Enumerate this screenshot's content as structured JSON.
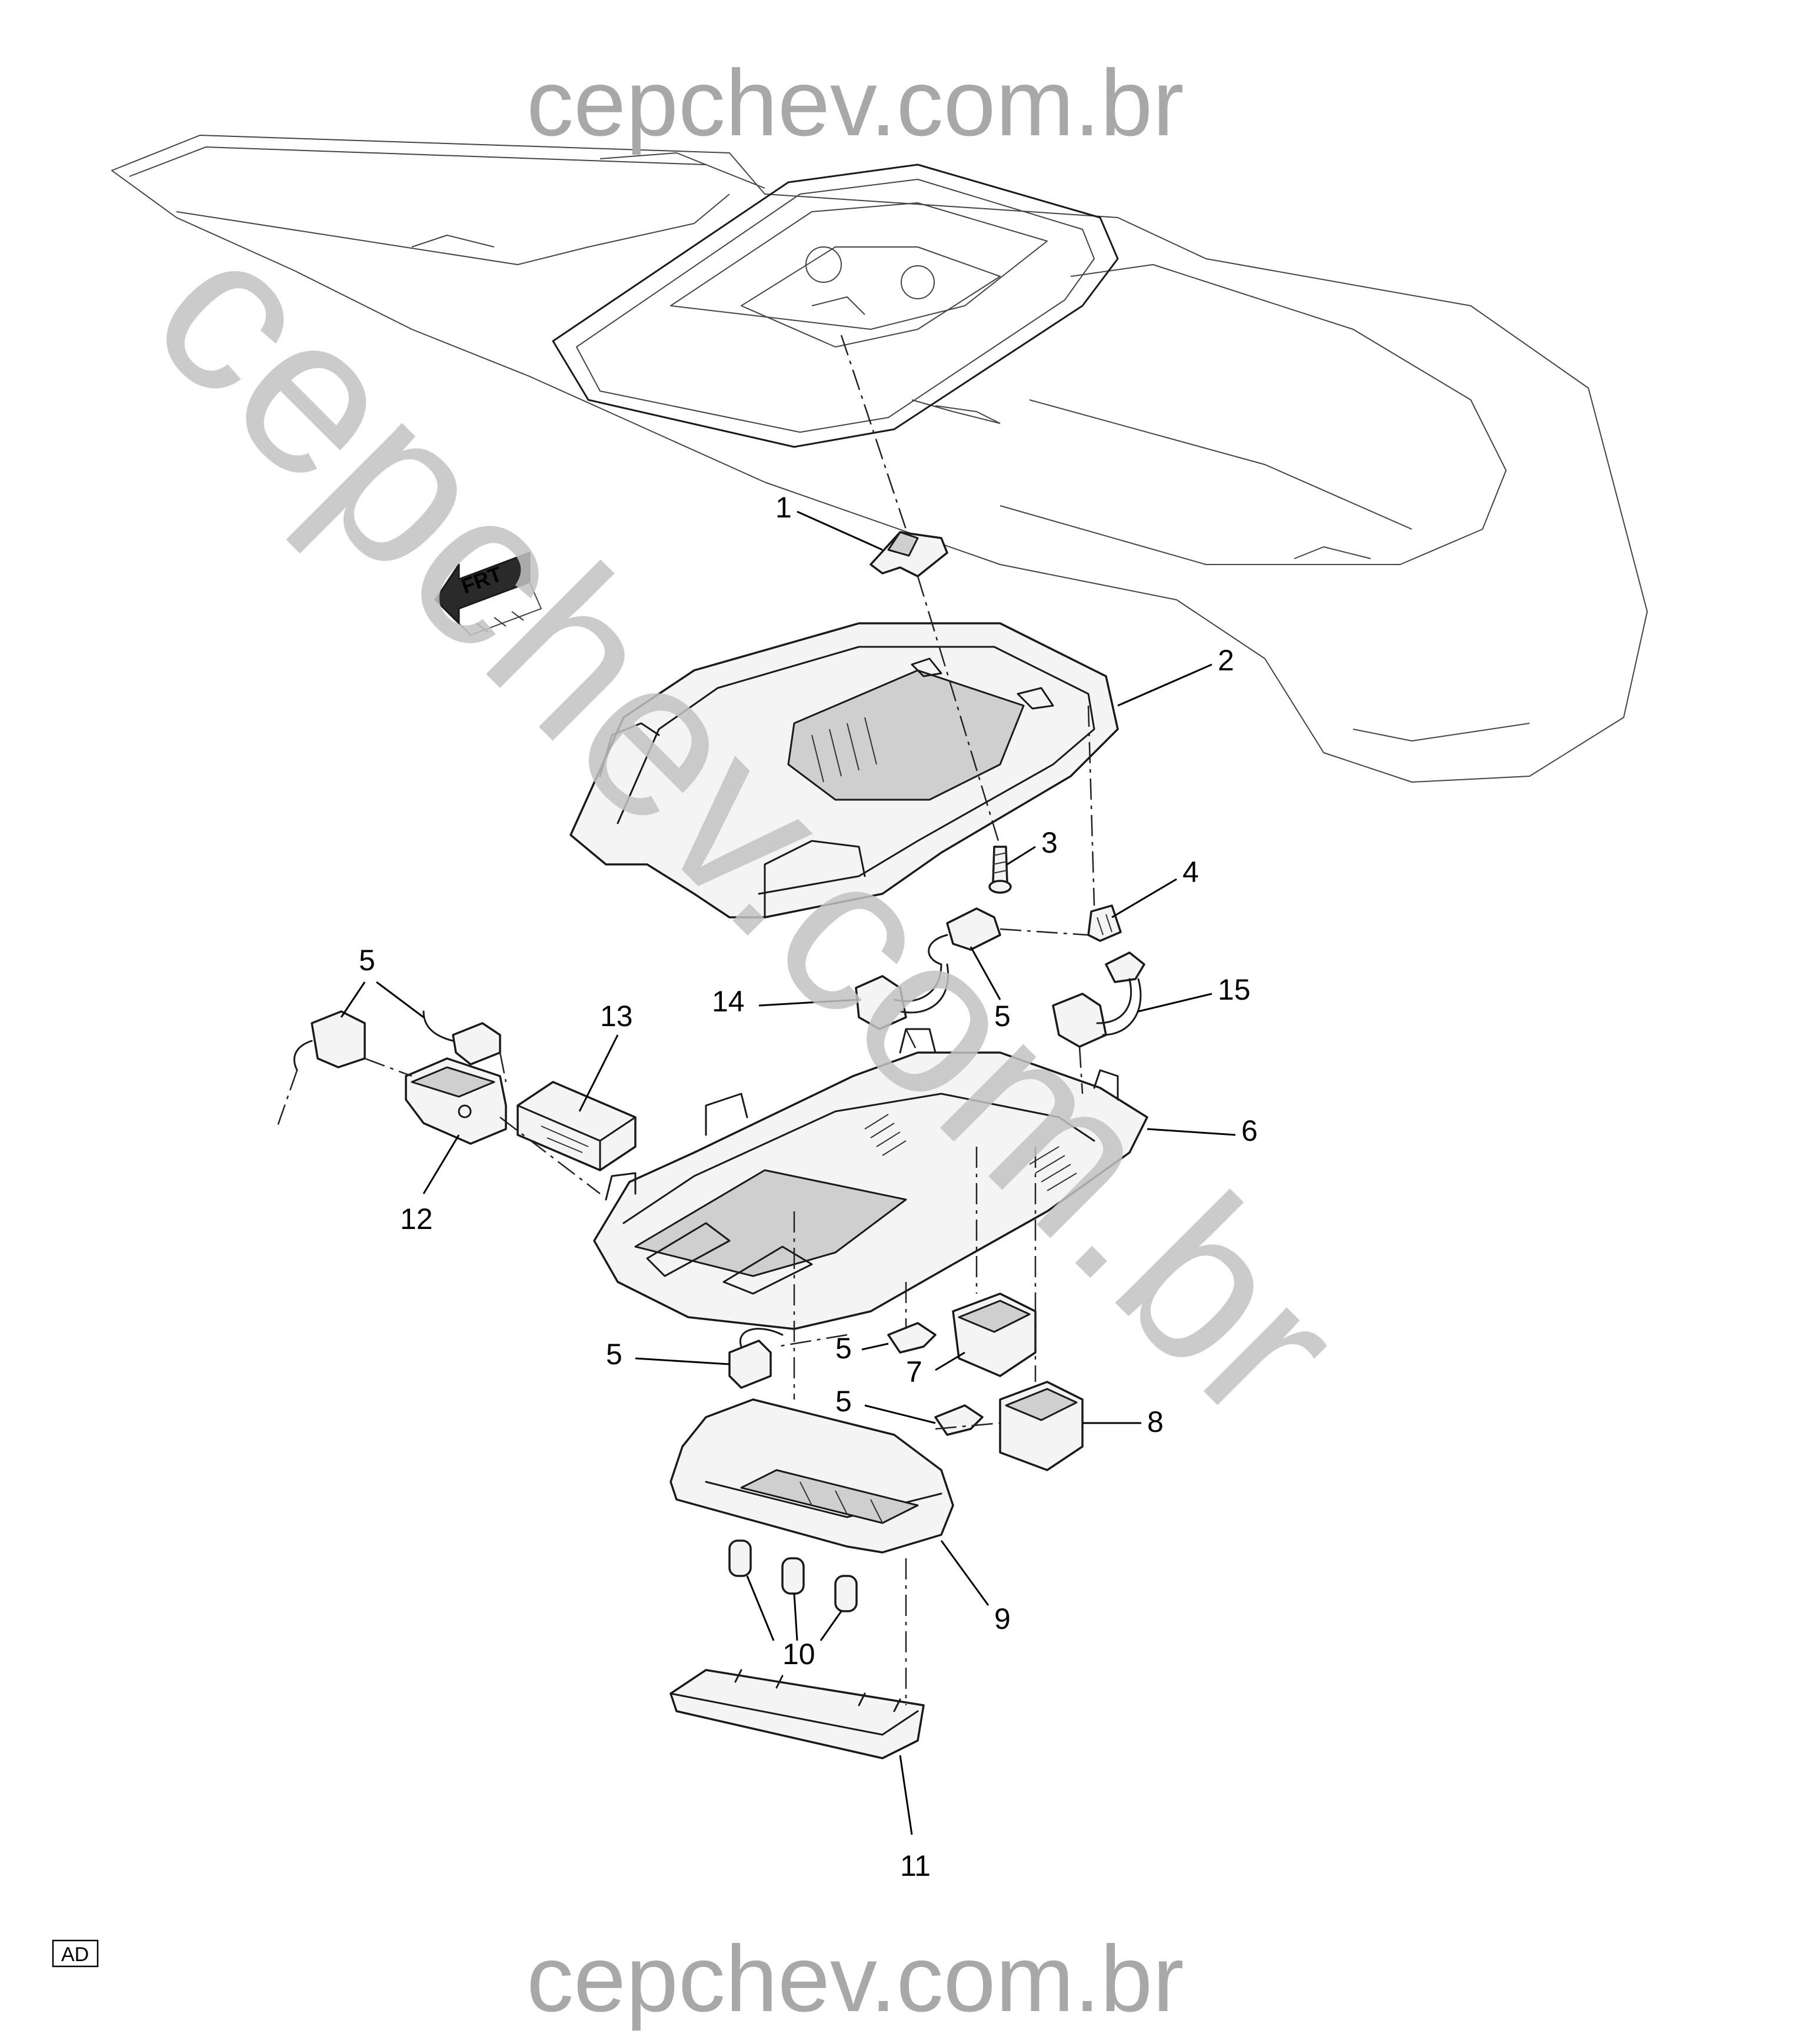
{
  "watermark": {
    "top": "cepchev.com.br",
    "bottom": "cepchev.com.br",
    "diagonal": "cepchev.com.br"
  },
  "orientation_arrow": {
    "label": "FRT"
  },
  "figure_code": "AD",
  "callouts": {
    "c1": "1",
    "c2": "2",
    "c3": "3",
    "c4": "4",
    "c5a": "5",
    "c5b": "5",
    "c5c": "5",
    "c5d": "5",
    "c5e": "5",
    "c6": "6",
    "c7": "7",
    "c8": "8",
    "c9": "9",
    "c10": "10",
    "c11": "11",
    "c12": "12",
    "c13": "13",
    "c14": "14",
    "c15": "15"
  }
}
